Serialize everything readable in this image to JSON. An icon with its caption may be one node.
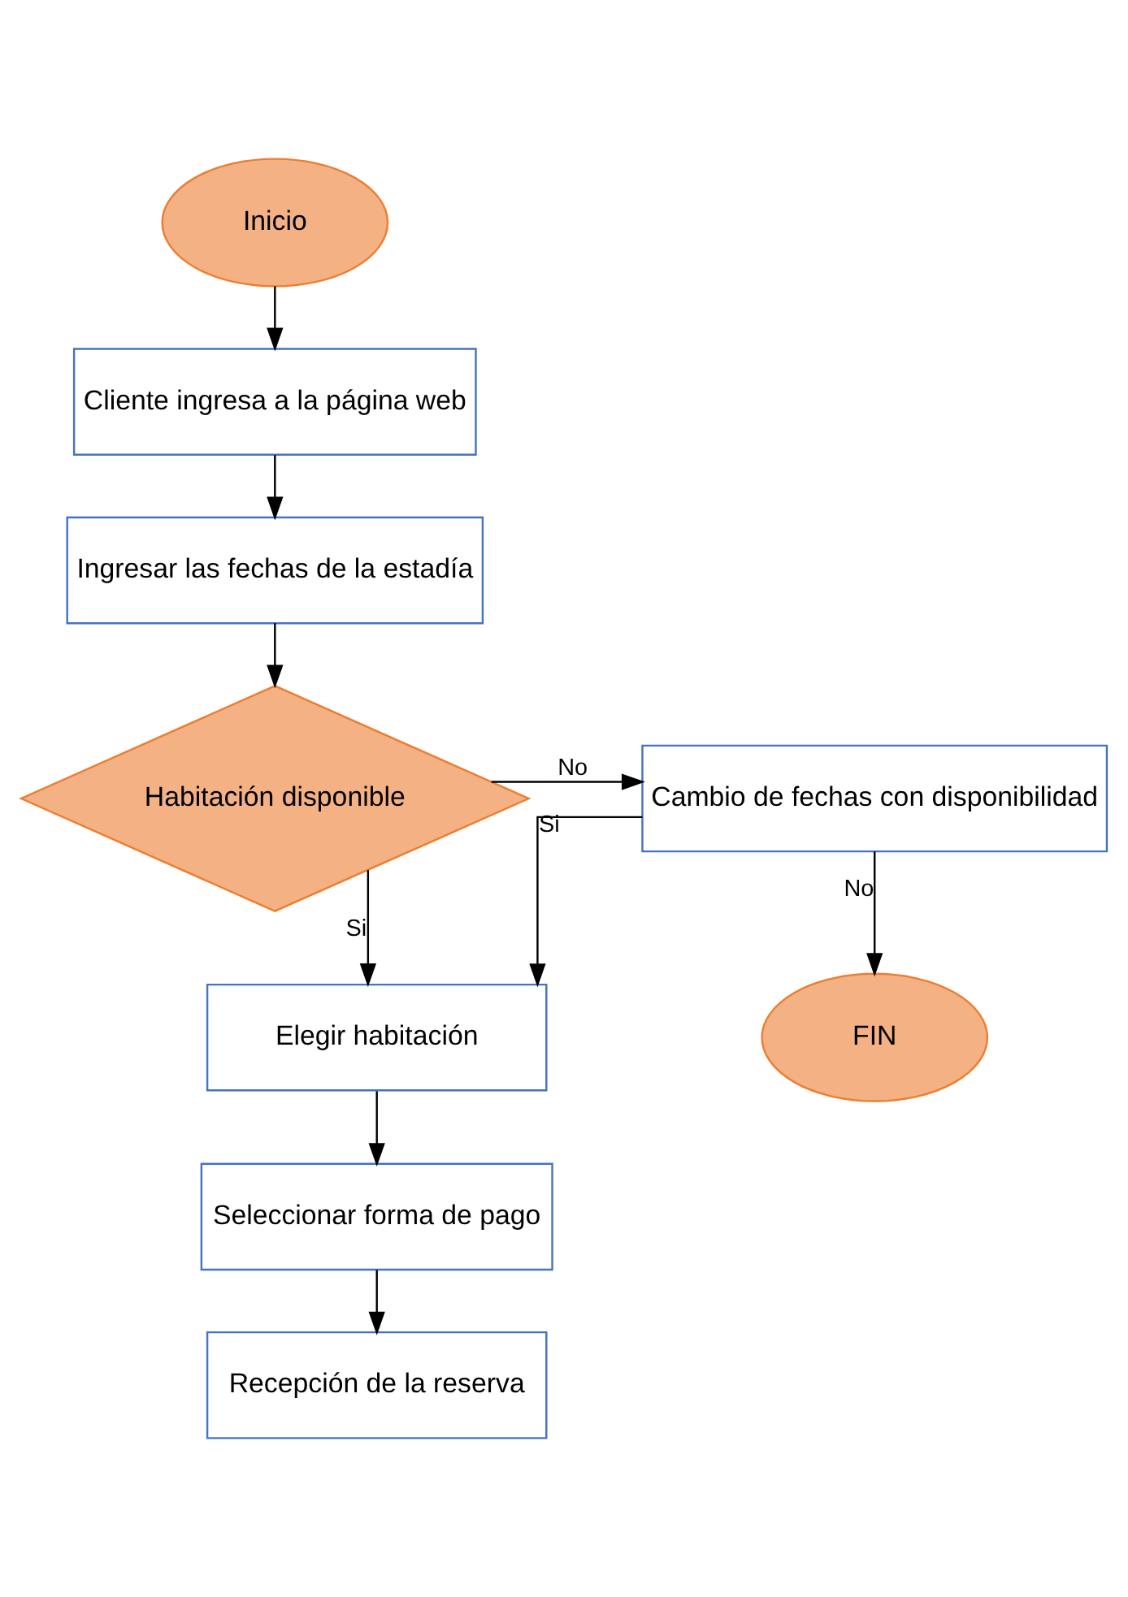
{
  "diagram": {
    "nodes": [
      {
        "text": [
          "Inicio"
        ]
      },
      {
        "text": [
          "Cliente ingresa a la página web"
        ]
      },
      {
        "text": [
          "Ingresar las fechas de la estadía"
        ]
      },
      {
        "text": [
          "Habitación disponible"
        ]
      },
      {
        "text": [
          "Cambio de fechas con disponibilidad"
        ]
      },
      {
        "text": [
          "Elegir habitación"
        ]
      },
      {
        "text": [
          "Seleccionar forma de pago"
        ]
      },
      {
        "text": [
          "Recepción de la reserva"
        ]
      },
      {
        "text": [
          "FIN"
        ]
      }
    ],
    "edges": [
      {
        "from": 0,
        "to": 1,
        "arrow": "to"
      },
      {
        "from": 1,
        "to": 2,
        "arrow": "to"
      },
      {
        "from": 2,
        "to": 3,
        "arrow": "to"
      },
      {
        "from": 3,
        "to": 4,
        "label": "No",
        "arrow": "to"
      },
      {
        "from": 3,
        "to": 5,
        "label": "Si",
        "arrow": "to"
      },
      {
        "from": 4,
        "to": 5,
        "label": "Si",
        "arrow": "to"
      },
      {
        "from": 4,
        "to": 8,
        "label": "No",
        "arrow": "to"
      },
      {
        "from": 5,
        "to": 6,
        "arrow": "to"
      },
      {
        "from": 6,
        "to": 7,
        "arrow": "to"
      }
    ]
  }
}
